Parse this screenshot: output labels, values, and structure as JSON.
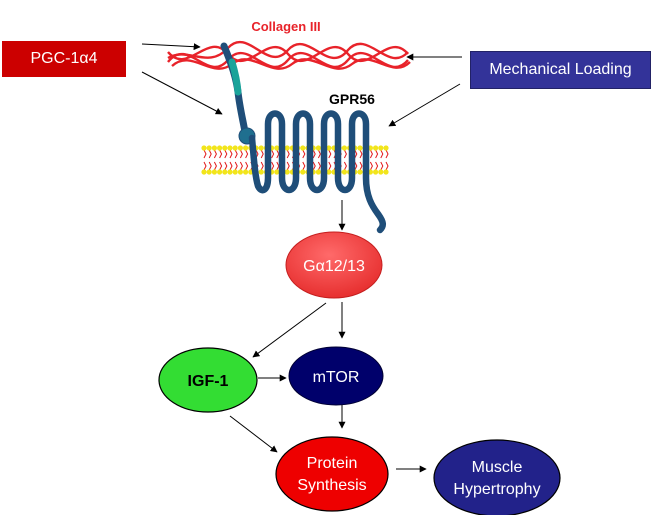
{
  "labels": {
    "collagen": "Collagen III",
    "receptor": "GPR56"
  },
  "inputs": {
    "pgc": "PGC-1α4",
    "mechanical": "Mechanical Loading"
  },
  "nodes": {
    "g_protein": "Gα12/13",
    "igf1": "IGF-1",
    "mtor": "mTOR",
    "protein_synthesis_line1": "Protein",
    "protein_synthesis_line2": "Synthesis",
    "hypertrophy_line1": "Muscle",
    "hypertrophy_line2": "Hypertrophy"
  },
  "colors": {
    "pgc_fill": "#cc0000",
    "mechanical_fill": "#333399",
    "collagen": "#e8232a",
    "receptor": "#1f4e79",
    "receptor_ntail": "#1aa39a",
    "membrane_head": "#f2e51b",
    "membrane_tail": "#e31a1c",
    "g_protein_fill": "#ef3b3b",
    "igf1_fill": "#33dd33",
    "mtor_fill": "#00006b",
    "protein_fill": "#ee0000",
    "hypertrophy_fill": "#22228a"
  }
}
